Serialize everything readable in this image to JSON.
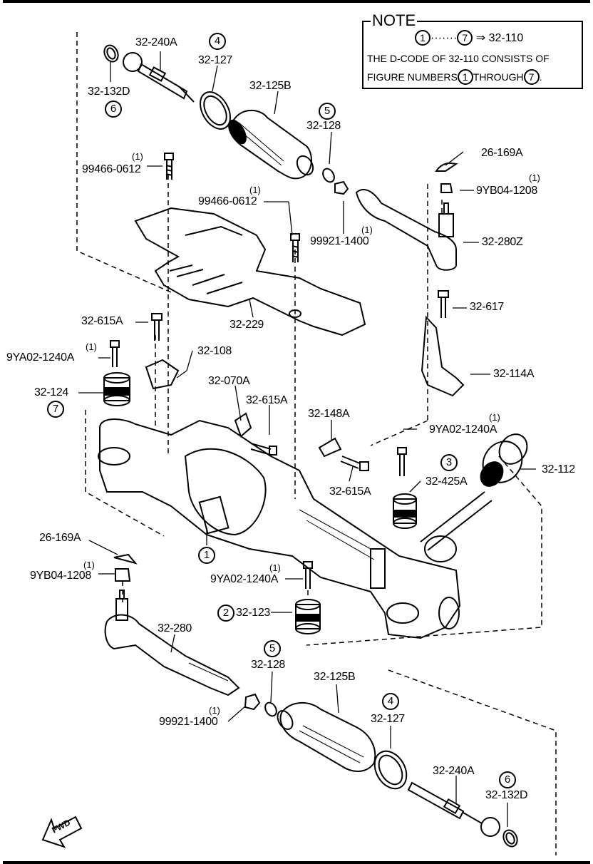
{
  "note": {
    "title": "NOTE",
    "line1_from": "1",
    "line1_dots": "·······",
    "line1_to": "7",
    "line1_arrow": "⇒",
    "line1_code": "32-110",
    "line2": "THE D-CODE OF  32-110  CONSISTS OF",
    "line3_pre": "FIGURE NUMBERS",
    "line3_a": "1",
    "line3_mid": "THROUGH",
    "line3_b": "7",
    "line3_end": "."
  },
  "labels": {
    "p32_240A_top": "32-240A",
    "p32_127_top": "32-127",
    "c4_top": "4",
    "p32_132D_top": "32-132D",
    "c6_top": "6",
    "p32_125B_top": "32-125B",
    "c5_top": "5",
    "p32_128_top": "32-128",
    "qty_99466_a": "(1)",
    "p99466_a": "99466-0612",
    "qty_99466_b": "(1)",
    "p99466_b": "99466-0612",
    "qty_99921_top": "(1)",
    "p99921_top": "99921-1400",
    "p26_169A_top": "26-169A",
    "qty_9YB04_top": "(1)",
    "p9YB04_top": "9YB04-1208",
    "p32_280Z": "32-280Z",
    "p32_229": "32-229",
    "p32_617": "32-617",
    "p32_615A_a": "32-615A",
    "qty_9YA02_a": "(1)",
    "p9YA02_a": "9YA02-1240A",
    "p32_108": "32-108",
    "p32_114A": "32-114A",
    "p32_124": "32-124",
    "c7": "7",
    "p32_070A": "32-070A",
    "p32_615A_b": "32-615A",
    "p32_148A": "32-148A",
    "qty_9YA02_b": "(1)",
    "p9YA02_b": "9YA02-1240A",
    "p32_112": "32-112",
    "c3": "3",
    "p32_425A": "32-425A",
    "p32_615A_c": "32-615A",
    "p26_169A_bot": "26-169A",
    "qty_9YB04_bot": "(1)",
    "p9YB04_bot": "9YB04-1208",
    "c1": "1",
    "qty_9YA02_c": "(1)",
    "p9YA02_c": "9YA02-1240A",
    "c2": "2",
    "p32_123": "32-123",
    "p32_280": "32-280",
    "c5_bot": "5",
    "p32_128_bot": "32-128",
    "p32_125B_bot": "32-125B",
    "qty_99921_bot": "(1)",
    "p99921_bot": "99921-1400",
    "c4_bot": "4",
    "p32_127_bot": "32-127",
    "p32_240A_bot": "32-240A",
    "c6_bot": "6",
    "p32_132D_bot": "32-132D",
    "fwd": "FWD"
  }
}
